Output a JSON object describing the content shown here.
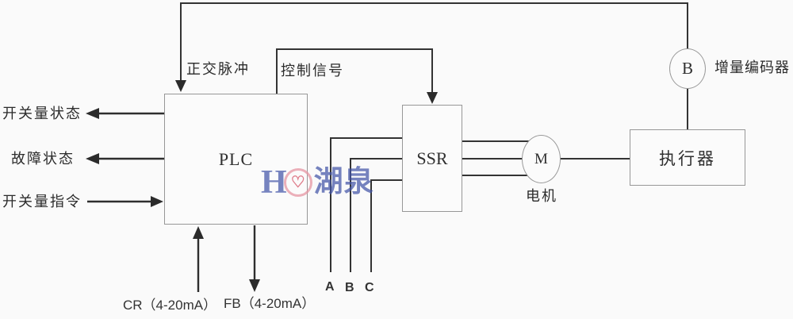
{
  "blocks": {
    "plc": "PLC",
    "ssr": "SSR",
    "motor": "M",
    "encoder": "B",
    "actuator": "执行器"
  },
  "captions": {
    "motor": "电机",
    "encoder": "增量编码器"
  },
  "signals": {
    "quadrature_pulse": "正交脉冲",
    "control_signal": "控制信号",
    "switch_status": "开关量状态",
    "fault_status": "故障状态",
    "switch_command": "开关量指令",
    "cr_input": "CR（4-20mA）",
    "fb_output": "FB（4-20mA）",
    "phase_a": "A",
    "phase_b": "B",
    "phase_c": "C"
  },
  "watermark": {
    "prefix": "H",
    "name": "湖泉",
    "heart_glyph": "♡",
    "blue": "#4355a8",
    "red": "#d44a5e",
    "pink": "#e693a0"
  },
  "colors": {
    "line": "#333333",
    "arrow": "#2b2b2b",
    "box_border": "#979797",
    "text": "#2b2b2b",
    "background": "#fafafa"
  }
}
